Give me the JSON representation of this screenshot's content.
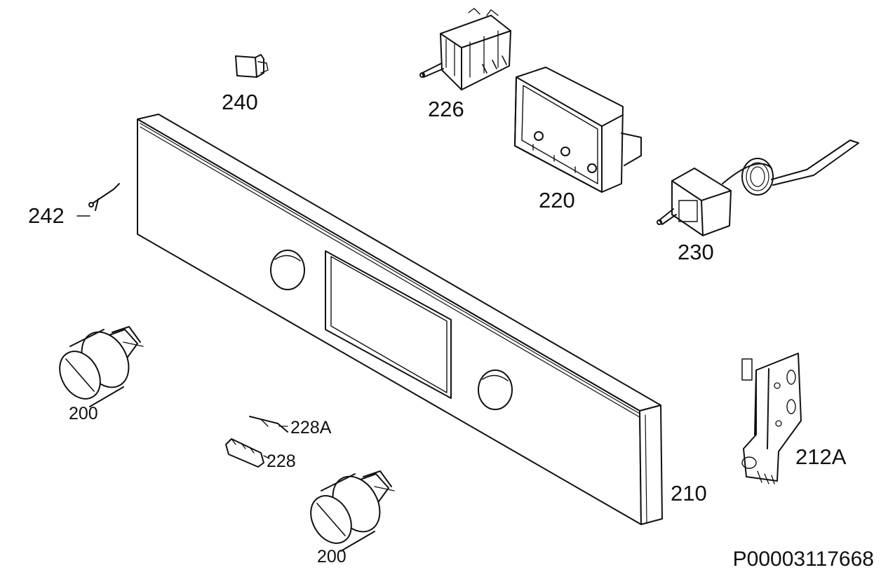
{
  "diagram": {
    "callouts": [
      {
        "id": "240",
        "text": "240"
      },
      {
        "id": "226",
        "text": "226"
      },
      {
        "id": "220",
        "text": "220"
      },
      {
        "id": "242",
        "text": "242"
      },
      {
        "id": "230",
        "text": "230"
      },
      {
        "id": "200a",
        "text": "200"
      },
      {
        "id": "228A",
        "text": "228A"
      },
      {
        "id": "228",
        "text": "228"
      },
      {
        "id": "212A",
        "text": "212A"
      },
      {
        "id": "210",
        "text": "210"
      },
      {
        "id": "200b",
        "text": "200"
      }
    ],
    "drawing_number": "P00003117668"
  },
  "colors": {
    "ink": "#111111",
    "background": "#ffffff"
  }
}
